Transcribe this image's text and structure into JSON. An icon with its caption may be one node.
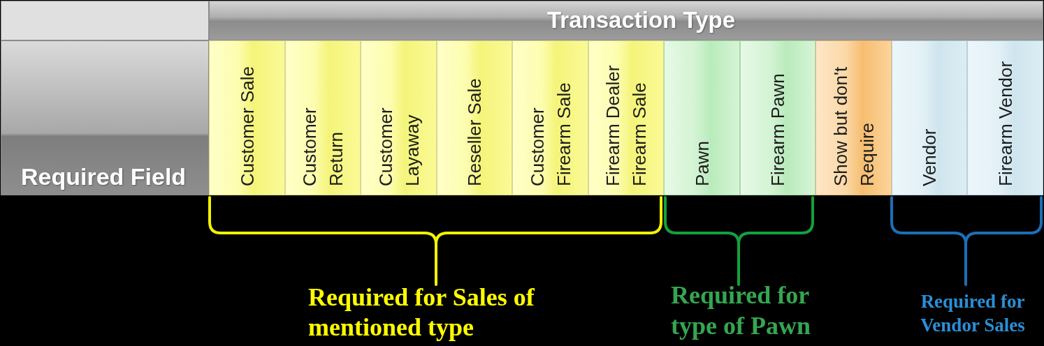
{
  "diagram": {
    "nodes": [
      {
        "text": [],
        "shape": "box"
      },
      {
        "text": [
          "Transaction Type"
        ]
      },
      {
        "text": [
          "Required Field"
        ]
      },
      {
        "text": [
          "Customer Sale"
        ]
      },
      {
        "text": [
          "Customer Return"
        ]
      },
      {
        "text": [
          "Customer Layaway"
        ]
      },
      {
        "text": [
          "Reseller Sale"
        ]
      },
      {
        "text": [
          "Customer Firearm Sale"
        ]
      },
      {
        "text": [
          "Firearm Dealer Firearm Sale"
        ]
      },
      {
        "text": [
          "Pawn"
        ]
      },
      {
        "text": [
          "Firearm Pawn"
        ]
      },
      {
        "text": [
          "Show but don't Require"
        ]
      },
      {
        "text": [
          "Vendor"
        ]
      },
      {
        "text": [
          "Firearm Vendor"
        ]
      }
    ],
    "labels": [
      "Required for Sales of mentioned type",
      "Required for type of Pawn",
      "Required for Vendor Sales"
    ]
  }
}
